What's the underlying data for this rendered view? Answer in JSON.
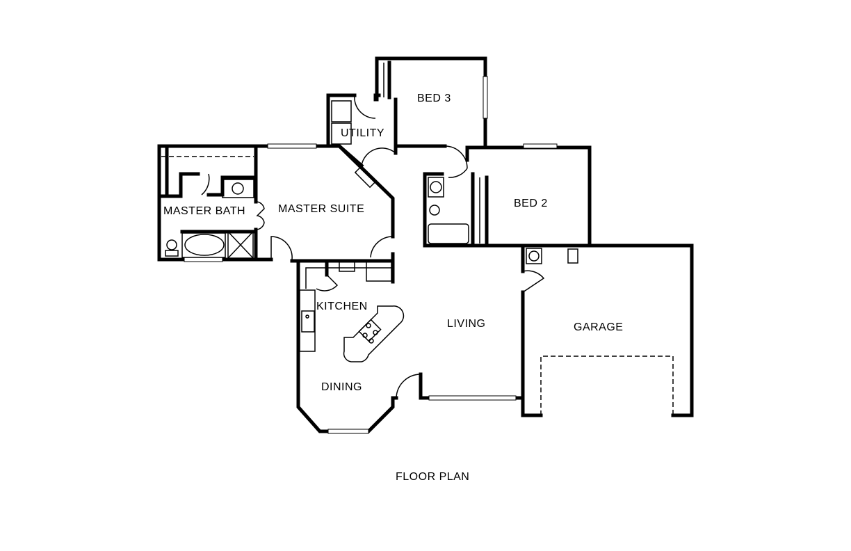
{
  "title": "FLOOR PLAN",
  "rooms": {
    "master_bath": "MASTER BATH",
    "master_suite": "MASTER SUITE",
    "utility": "UTILITY",
    "bed3": "BED 3",
    "bed2": "BED 2",
    "kitchen": "KITCHEN",
    "living": "LIVING",
    "dining": "DINING",
    "garage": "GARAGE"
  },
  "colors": {
    "wall": "#000000",
    "background": "#ffffff"
  }
}
